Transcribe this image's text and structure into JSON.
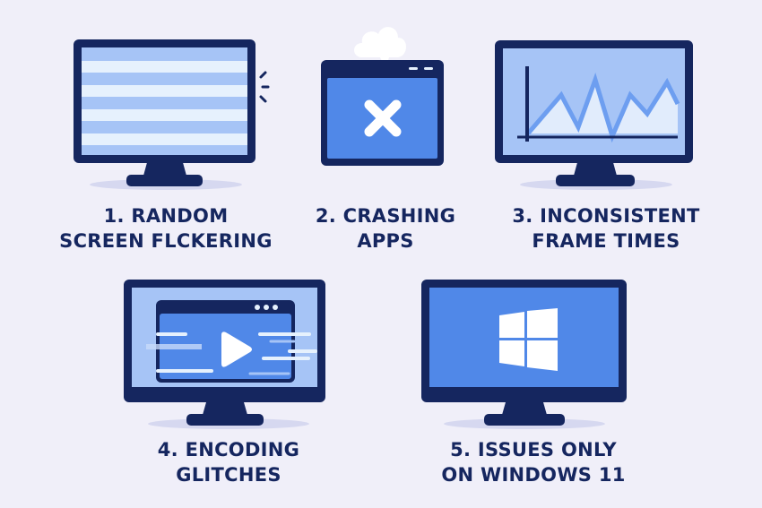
{
  "colors": {
    "background": "#f0eff9",
    "frame": "#15265f",
    "screen_blue": "#5088e8",
    "screen_light": "#a6c4f6",
    "stripe_light": "#e6f1fd",
    "white": "#ffffff"
  },
  "items": [
    {
      "number": "1.",
      "line1": "1. RANDOM",
      "line2": "SCREEN FLCKERING",
      "icon": "flickering-monitor-icon"
    },
    {
      "number": "2.",
      "line1": "2. CRASHING",
      "line2": "APPS",
      "icon": "crashing-app-window-icon"
    },
    {
      "number": "3.",
      "line1": "3. INCONSISTENT",
      "line2": "FRAME TIMES",
      "icon": "frame-time-graph-monitor-icon"
    },
    {
      "number": "4.",
      "line1": "4. ENCODING",
      "line2": "GLITCHES",
      "icon": "video-glitch-monitor-icon"
    },
    {
      "number": "5.",
      "line1": "5. ISSUES ONLY",
      "line2": "ON WINDOWS 11",
      "icon": "windows-logo-monitor-icon"
    }
  ]
}
